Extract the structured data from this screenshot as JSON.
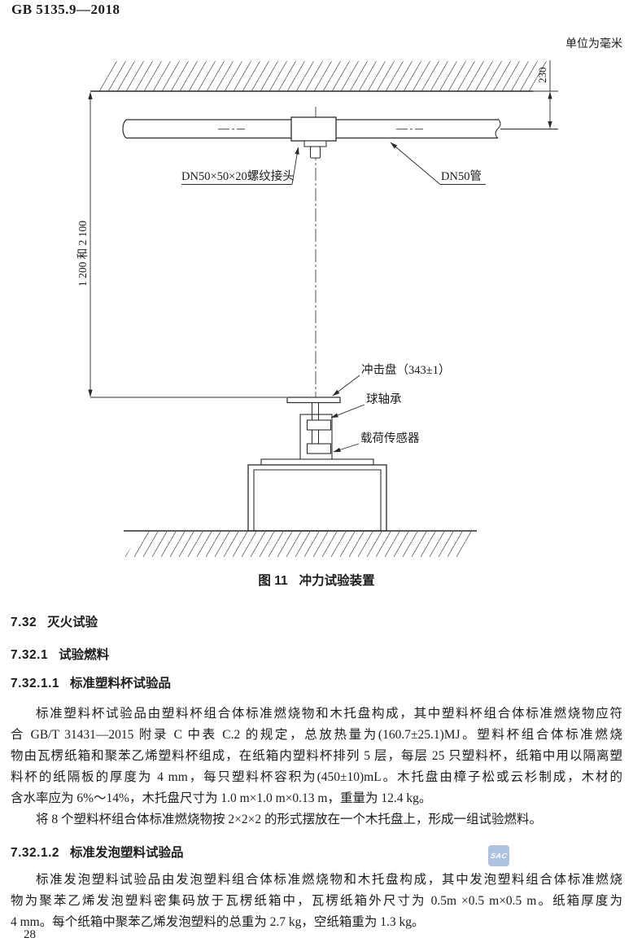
{
  "header": {
    "doc_number": "GB 5135.9—2018",
    "unit_note": "单位为毫米"
  },
  "figure": {
    "caption_number": "图 11",
    "caption_title": "冲力试验装置",
    "labels": {
      "dim_ceiling_to_pipe": "230",
      "dim_pipe_to_plate": "1 200 和 2 100",
      "threaded_connector": "DN50×50×20螺纹接头",
      "pipe": "DN50管",
      "impact_plate": "冲击盘（343±1）",
      "ball_bearing": "球轴承",
      "load_sensor": "载荷传感器"
    }
  },
  "sections": [
    {
      "number": "7.32",
      "title": "灭火试验"
    },
    {
      "number": "7.32.1",
      "title": "试验燃料"
    },
    {
      "number": "7.32.1.1",
      "title": "标准塑料杯试验品"
    },
    {
      "number": "7.32.1.2",
      "title": "标准发泡塑料试验品"
    }
  ],
  "paragraphs": {
    "p1_lines": [
      "标准塑料杯试验品由塑料杯组合体标准燃烧物和木托盘构成，其中塑料杯组合体标准燃烧物应符",
      "合 GB/T 31431—2015 附录 C 中表 C.2 的规定，总放热量为(160.7±25.1)MJ。塑料杯组合体标准燃烧",
      "物由瓦楞纸箱和聚苯乙烯塑料杯组成，在纸箱内塑料杯排列 5 层，每层 25 只塑料杯，纸箱中用以隔离塑",
      "料杯的纸隔板的厚度为 4 mm，每只塑料杯容积为(450±10)mL。木托盘由樟子松或云杉制成，木材的",
      "含水率应为 6%～14%，木托盘尺寸为 1.0 m×1.0 m×0.13 m，重量为 12.4 kg。"
    ],
    "p2_line": "将 8 个塑料杯组合体标准燃烧物按 2×2×2 的形式摆放在一个木托盘上，形成一组试验燃料。",
    "p3_lines": [
      "标准发泡塑料试验品由发泡塑料组合体标准燃烧物和木托盘构成，其中发泡塑料组合体标准燃烧",
      "物为聚苯乙烯发泡塑料密集码放于瓦楞纸箱中，瓦楞纸箱外尺寸为 0.5m ×0.5 m×0.5 m。纸箱厚度为",
      "4 mm。每个纸箱中聚苯乙烯发泡塑料的总重为 2.7 kg，空纸箱重为 1.3 kg。"
    ]
  },
  "footer": {
    "page_number": "28"
  },
  "watermark": {
    "text": "SAC",
    "color": "#a9c0de"
  }
}
